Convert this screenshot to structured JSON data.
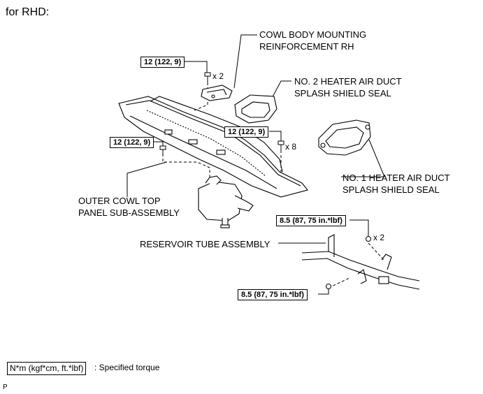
{
  "heading": "for RHD:",
  "labels": {
    "cowl_reinforcement": [
      "COWL BODY MOUNTING",
      "REINFORCEMENT RH"
    ],
    "no2_seal": [
      "NO. 2 HEATER AIR DUCT",
      "SPLASH SHIELD SEAL"
    ],
    "no1_seal": [
      "NO. 1 HEATER AIR DUCT",
      "SPLASH SHIELD SEAL"
    ],
    "outer_cowl": [
      "OUTER COWL TOP",
      "PANEL SUB-ASSEMBLY"
    ],
    "reservoir_tube": "RESERVOIR TUBE ASSEMBLY"
  },
  "torques": {
    "t1": "12 (122, 9)",
    "t2": "12 (122, 9)",
    "t3": "12 (122, 9)",
    "t4": "8.5 (87, 75 in.*lbf)",
    "t5": "8.5 (87, 75 in.*lbf)"
  },
  "quantities": {
    "q1": "x 2",
    "q2": "x 8",
    "q3": "x 2"
  },
  "legend": {
    "box": "N*m (kgf*cm, ft.*lbf)",
    "text": ": Specified torque"
  },
  "code": "P"
}
